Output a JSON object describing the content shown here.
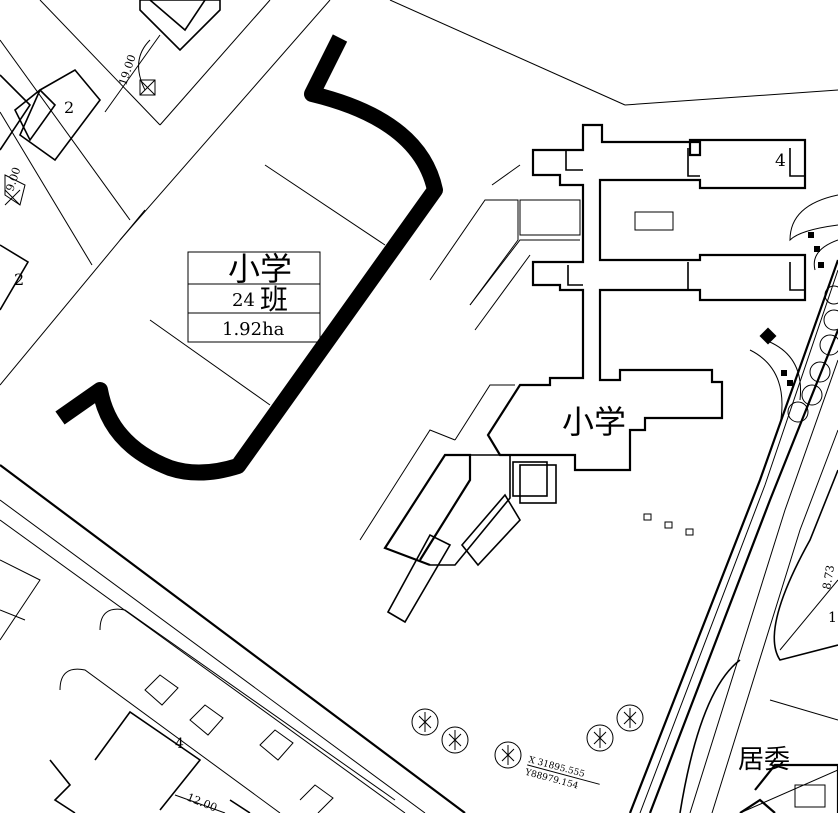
{
  "site": {
    "school_label": "小学",
    "classes_count": "24",
    "classes_unit": "班",
    "area": "1.92ha",
    "building_label": "小学",
    "committee_label": "居委"
  },
  "dimensions": {
    "top": "19.00",
    "bottom": "12.00",
    "right": "8.73",
    "left": "9.00"
  },
  "floors": {
    "house_a": "2",
    "house_b": "2",
    "school_wing": "4",
    "bottom_house": "4",
    "right_small": "1"
  },
  "coordinates": {
    "x": "X 31895.555",
    "y": "Y88979.154"
  },
  "icons": {
    "tree": "tree-icon",
    "lamp": "lamp-square-icon",
    "cross": "cross-box-icon"
  }
}
